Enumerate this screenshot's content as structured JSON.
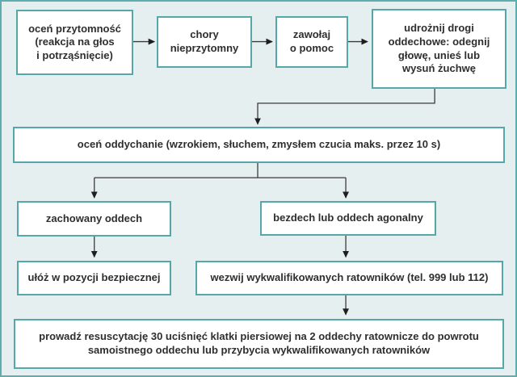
{
  "diagram": {
    "language": "pl",
    "type": "flowchart",
    "nodes": {
      "assess_consciousness": {
        "label": "oceń przytomność\n(reakcja na głos\ni potrząśnięcie)"
      },
      "patient_unconscious": {
        "label": "chory\nnieprzytomny"
      },
      "call_for_help": {
        "label": "zawołaj\no pomoc"
      },
      "open_airway": {
        "label": "udrożnij drogi\noddechowe: odegnij\ngłowę, unieś lub\nwysuń żuchwę"
      },
      "assess_breathing": {
        "label": "oceń oddychanie (wzrokiem, słuchem, zmysłem czucia maks. przez 10 s)"
      },
      "breathing_preserved": {
        "label": "zachowany oddech"
      },
      "apnea_or_agonal": {
        "label": "bezdech lub oddech agonalny"
      },
      "recovery_position": {
        "label": "ułóż w pozycji bezpiecznej"
      },
      "call_rescuers": {
        "label": "wezwij wykwalifikowanych ratowników (tel. 999 lub 112)"
      },
      "perform_cpr": {
        "label": "prowadź resuscytację 30 uciśnięć klatki piersiowej na 2 oddechy ratownicze do powrotu\nsamoistnego oddechu lub przybycia wykwalifikowanych ratowników"
      }
    },
    "edges": [
      {
        "from": "assess_consciousness",
        "to": "patient_unconscious"
      },
      {
        "from": "patient_unconscious",
        "to": "call_for_help"
      },
      {
        "from": "call_for_help",
        "to": "open_airway"
      },
      {
        "from": "open_airway",
        "to": "assess_breathing"
      },
      {
        "from": "assess_breathing",
        "to": "breathing_preserved"
      },
      {
        "from": "assess_breathing",
        "to": "apnea_or_agonal"
      },
      {
        "from": "breathing_preserved",
        "to": "recovery_position"
      },
      {
        "from": "apnea_or_agonal",
        "to": "call_rescuers"
      },
      {
        "from": "call_rescuers",
        "to": "perform_cpr"
      }
    ],
    "colors": {
      "background": "#e6efef",
      "box_fill": "#ffffff",
      "box_border": "#55a8aa",
      "outer_frame": "#5fadae",
      "text": "#2e2e2e",
      "connector": "#3a3a3a"
    }
  }
}
